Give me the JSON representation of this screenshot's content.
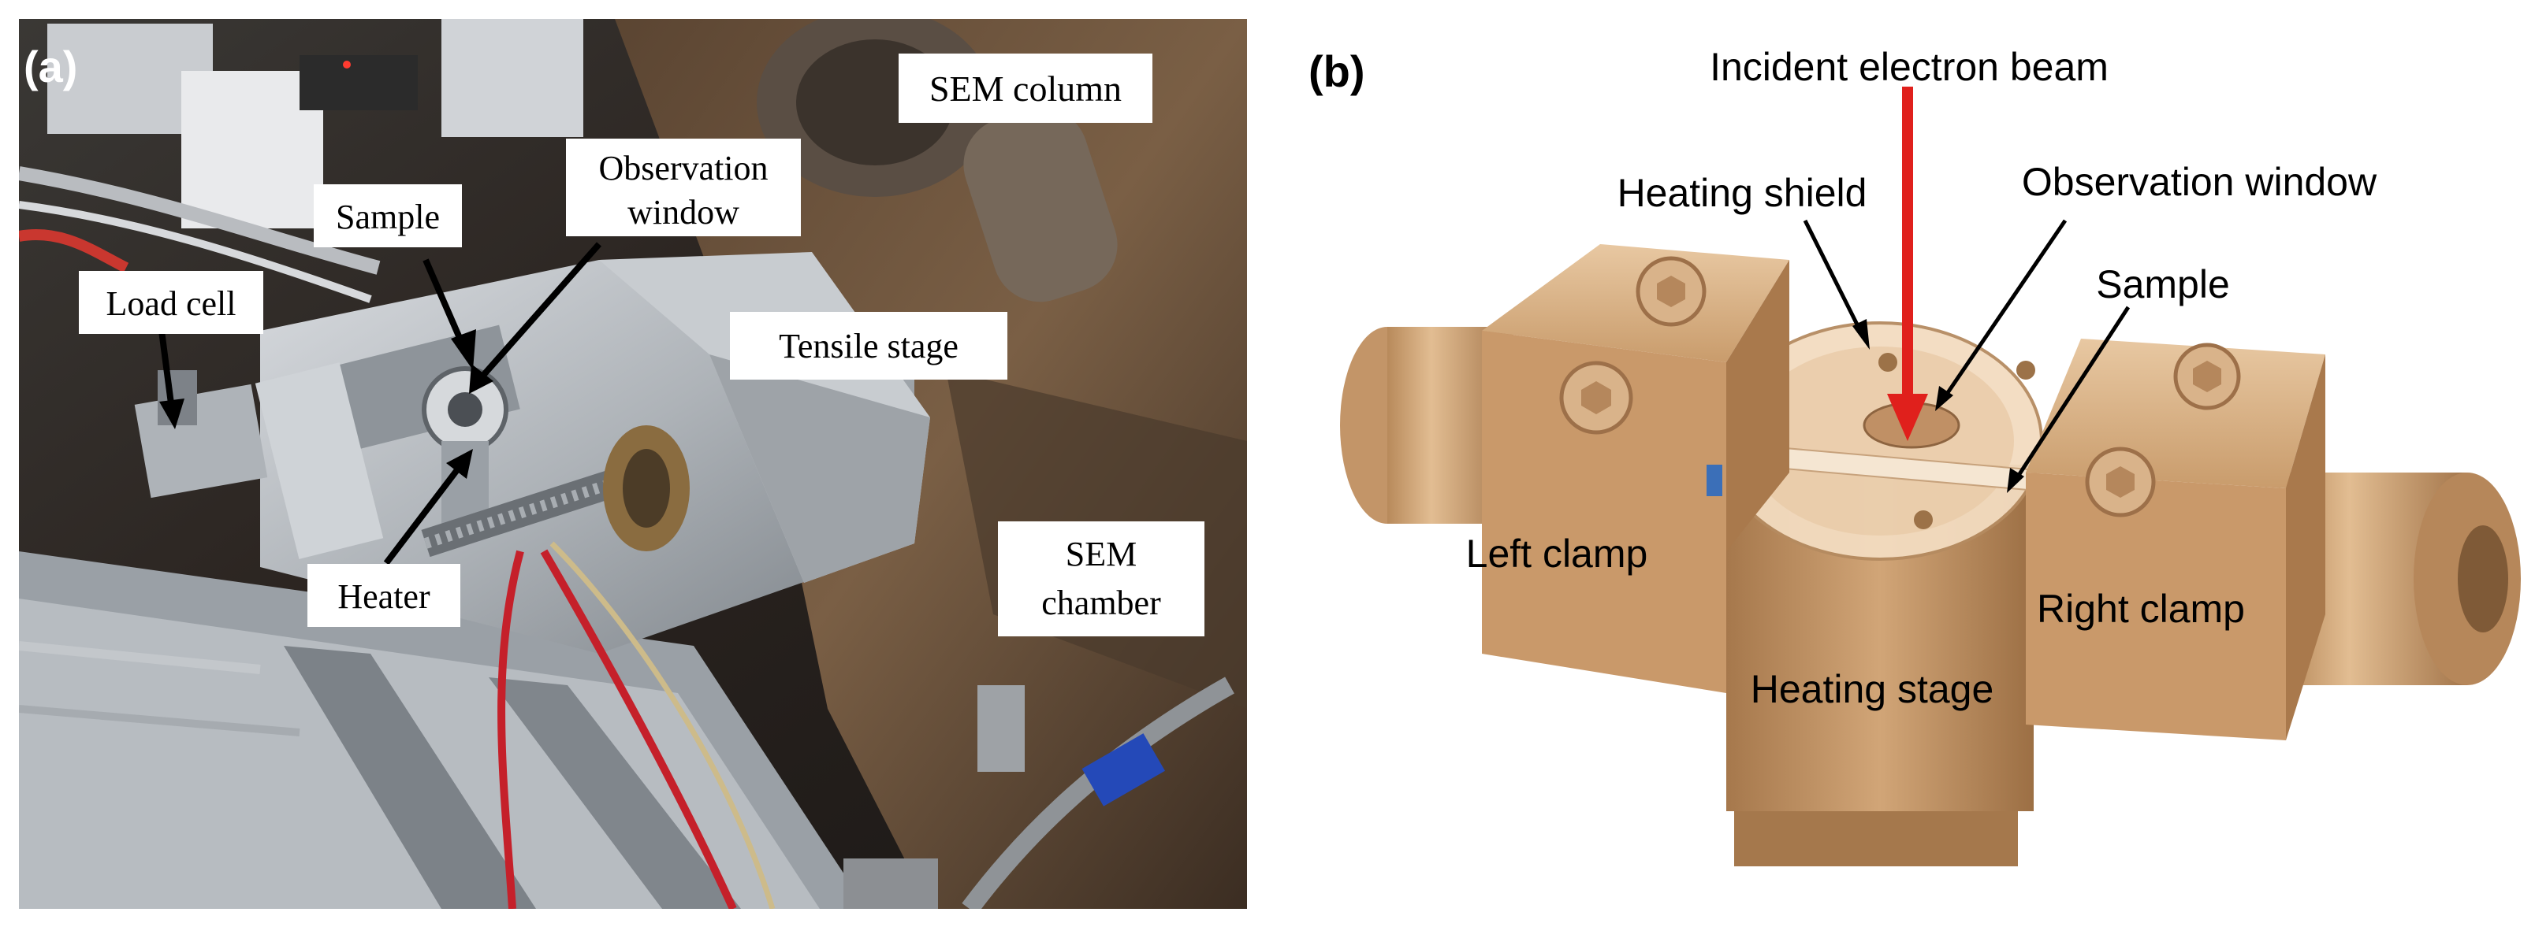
{
  "panel_a": {
    "label": "(a)",
    "callouts": {
      "sem_column": "SEM column",
      "observation_window_line1": "Observation",
      "observation_window_line2": "window",
      "sample": "Sample",
      "load_cell": "Load cell",
      "tensile_stage": "Tensile stage",
      "heater": "Heater",
      "sem_chamber_line1": "SEM",
      "sem_chamber_line2": "chamber"
    }
  },
  "panel_b": {
    "label": "(b)",
    "callouts": {
      "incident_electron_beam": "Incident electron beam",
      "heating_shield": "Heating shield",
      "observation_window": "Observation window",
      "sample": "Sample",
      "left_clamp": "Left clamp",
      "right_clamp": "Right clamp",
      "heating_stage": "Heating stage"
    }
  },
  "colors": {
    "beam": "#e0201c",
    "brass": "#c89a66",
    "photo_dark": "#2a2622"
  }
}
